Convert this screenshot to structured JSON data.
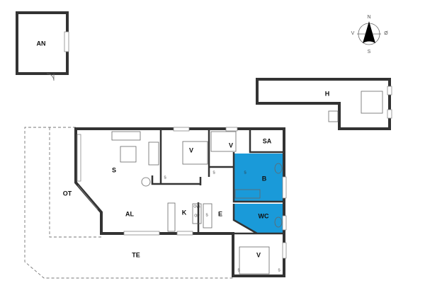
{
  "colors": {
    "wet_room": "#1a9ad9",
    "wall": "#333333"
  },
  "compass": {
    "north": "N",
    "west": "V",
    "east": "Ø",
    "south": "S"
  },
  "rooms": {
    "an": "AN",
    "h": "H",
    "s": "S",
    "v1": "V",
    "v2": "V",
    "sa": "SA",
    "b": "B",
    "ot": "OT",
    "al": "AL",
    "k": "K",
    "e": "E",
    "wc": "WC",
    "te": "TE",
    "v3": "V"
  },
  "fixtures": {
    "oven": "Ovn",
    "op": "OP",
    "closet": "S"
  }
}
